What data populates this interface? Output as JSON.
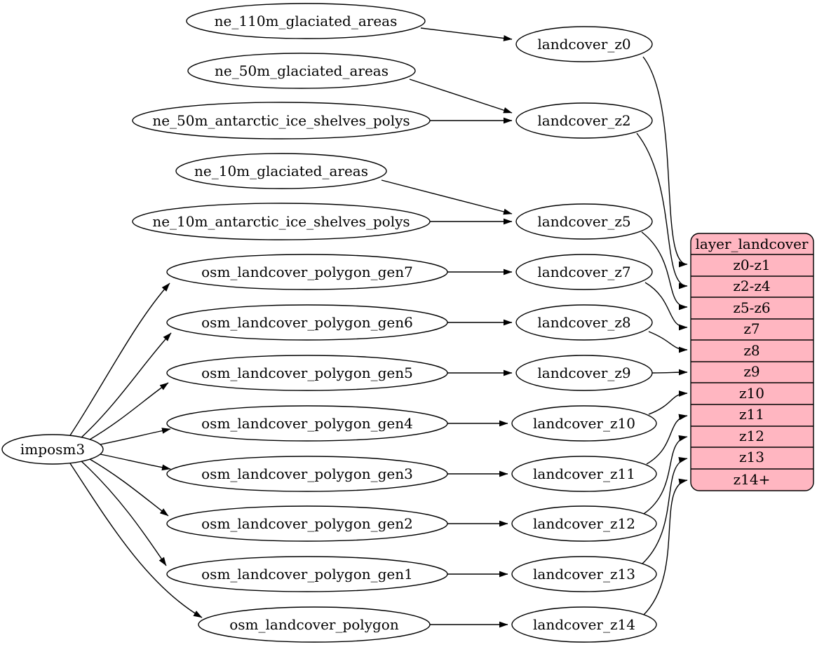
{
  "diagram_type": "graphviz-etl-flow",
  "colors": {
    "table_fill": "#ffb6c1",
    "node_fill": "#ffffff",
    "edge": "#000000"
  },
  "nodes": {
    "imposm3": "imposm3",
    "ne_110m_glaciated_areas": "ne_110m_glaciated_areas",
    "ne_50m_glaciated_areas": "ne_50m_glaciated_areas",
    "ne_50m_antarctic_ice_shelves_polys": "ne_50m_antarctic_ice_shelves_polys",
    "ne_10m_glaciated_areas": "ne_10m_glaciated_areas",
    "ne_10m_antarctic_ice_shelves_polys": "ne_10m_antarctic_ice_shelves_polys",
    "osm_landcover_polygon_gen7": "osm_landcover_polygon_gen7",
    "osm_landcover_polygon_gen6": "osm_landcover_polygon_gen6",
    "osm_landcover_polygon_gen5": "osm_landcover_polygon_gen5",
    "osm_landcover_polygon_gen4": "osm_landcover_polygon_gen4",
    "osm_landcover_polygon_gen3": "osm_landcover_polygon_gen3",
    "osm_landcover_polygon_gen2": "osm_landcover_polygon_gen2",
    "osm_landcover_polygon_gen1": "osm_landcover_polygon_gen1",
    "osm_landcover_polygon": "osm_landcover_polygon",
    "landcover_z0": "landcover_z0",
    "landcover_z2": "landcover_z2",
    "landcover_z5": "landcover_z5",
    "landcover_z7": "landcover_z7",
    "landcover_z8": "landcover_z8",
    "landcover_z9": "landcover_z9",
    "landcover_z10": "landcover_z10",
    "landcover_z11": "landcover_z11",
    "landcover_z12": "landcover_z12",
    "landcover_z13": "landcover_z13",
    "landcover_z14": "landcover_z14"
  },
  "table": {
    "title": "layer_landcover",
    "rows": [
      "z0-z1",
      "z2-z4",
      "z5-z6",
      "z7",
      "z8",
      "z9",
      "z10",
      "z11",
      "z12",
      "z13",
      "z14+"
    ]
  },
  "edges": [
    {
      "from": "imposm3",
      "to": "osm_landcover_polygon_gen7"
    },
    {
      "from": "imposm3",
      "to": "osm_landcover_polygon_gen6"
    },
    {
      "from": "imposm3",
      "to": "osm_landcover_polygon_gen5"
    },
    {
      "from": "imposm3",
      "to": "osm_landcover_polygon_gen4"
    },
    {
      "from": "imposm3",
      "to": "osm_landcover_polygon_gen3"
    },
    {
      "from": "imposm3",
      "to": "osm_landcover_polygon_gen2"
    },
    {
      "from": "imposm3",
      "to": "osm_landcover_polygon_gen1"
    },
    {
      "from": "imposm3",
      "to": "osm_landcover_polygon"
    },
    {
      "from": "ne_110m_glaciated_areas",
      "to": "landcover_z0"
    },
    {
      "from": "ne_50m_glaciated_areas",
      "to": "landcover_z2"
    },
    {
      "from": "ne_50m_antarctic_ice_shelves_polys",
      "to": "landcover_z2"
    },
    {
      "from": "ne_10m_glaciated_areas",
      "to": "landcover_z5"
    },
    {
      "from": "ne_10m_antarctic_ice_shelves_polys",
      "to": "landcover_z5"
    },
    {
      "from": "osm_landcover_polygon_gen7",
      "to": "landcover_z7"
    },
    {
      "from": "osm_landcover_polygon_gen6",
      "to": "landcover_z8"
    },
    {
      "from": "osm_landcover_polygon_gen5",
      "to": "landcover_z9"
    },
    {
      "from": "osm_landcover_polygon_gen4",
      "to": "landcover_z10"
    },
    {
      "from": "osm_landcover_polygon_gen3",
      "to": "landcover_z11"
    },
    {
      "from": "osm_landcover_polygon_gen2",
      "to": "landcover_z12"
    },
    {
      "from": "osm_landcover_polygon_gen1",
      "to": "landcover_z13"
    },
    {
      "from": "osm_landcover_polygon",
      "to": "landcover_z14"
    },
    {
      "from": "landcover_z0",
      "to": "layer_landcover",
      "row": "z0-z1"
    },
    {
      "from": "landcover_z2",
      "to": "layer_landcover",
      "row": "z2-z4"
    },
    {
      "from": "landcover_z5",
      "to": "layer_landcover",
      "row": "z5-z6"
    },
    {
      "from": "landcover_z7",
      "to": "layer_landcover",
      "row": "z7"
    },
    {
      "from": "landcover_z8",
      "to": "layer_landcover",
      "row": "z8"
    },
    {
      "from": "landcover_z9",
      "to": "layer_landcover",
      "row": "z9"
    },
    {
      "from": "landcover_z10",
      "to": "layer_landcover",
      "row": "z10"
    },
    {
      "from": "landcover_z11",
      "to": "layer_landcover",
      "row": "z11"
    },
    {
      "from": "landcover_z12",
      "to": "layer_landcover",
      "row": "z12"
    },
    {
      "from": "landcover_z13",
      "to": "layer_landcover",
      "row": "z13"
    },
    {
      "from": "landcover_z14",
      "to": "layer_landcover",
      "row": "z14+"
    }
  ]
}
